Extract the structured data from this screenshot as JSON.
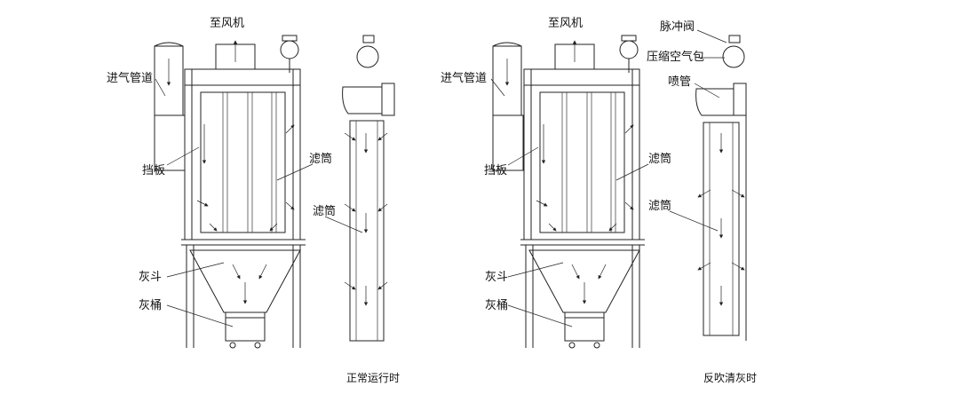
{
  "left": {
    "fan": "至风机",
    "inlet": "进气管道",
    "baffle": "挡板",
    "filter_main": "滤筒",
    "filter_side": "滤筒",
    "hopper": "灰斗",
    "bucket": "灰桶",
    "caption": "正常运行时"
  },
  "right": {
    "fan": "至风机",
    "inlet": "进气管道",
    "baffle": "挡板",
    "filter_main": "滤筒",
    "filter_side": "滤筒",
    "hopper": "灰斗",
    "bucket": "灰桶",
    "pulse_valve": "脉冲阀",
    "air_tank": "压缩空气包",
    "blow_pipe": "喷管",
    "caption": "反吹清灰时"
  }
}
